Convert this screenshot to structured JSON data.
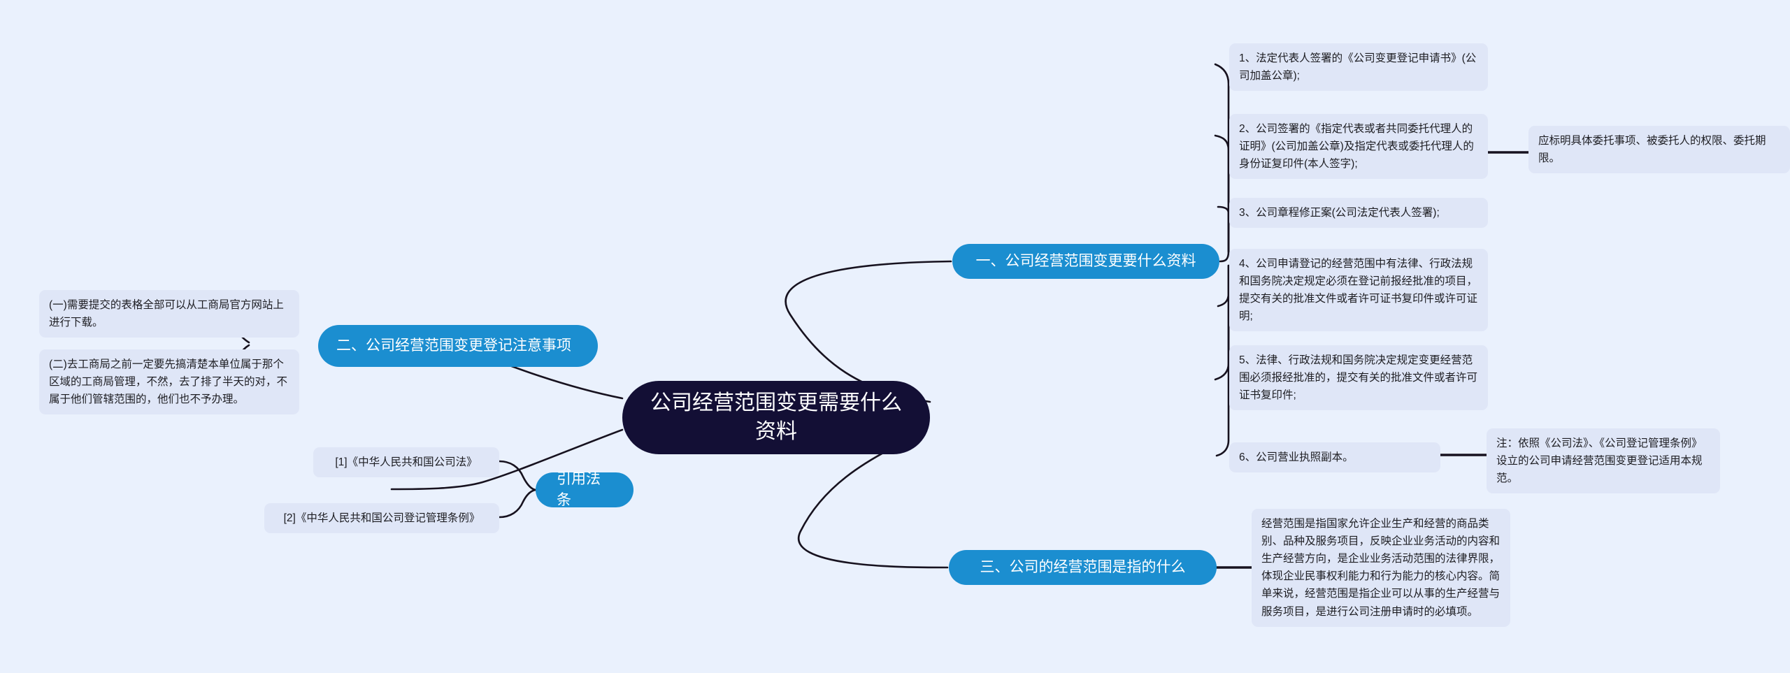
{
  "theme": {
    "background": "#eaf1fd",
    "root_fill": "#130f35",
    "root_text": "#ffffff",
    "branch_fill": "#1b8ed0",
    "branch_text": "#ffffff",
    "leaf_fill": "#dfe6f7",
    "leaf_text": "#1d1d22",
    "edge_color": "#17121f"
  },
  "mindmap": {
    "root": {
      "label": "公司经营范围变更需要什么资料"
    },
    "branches": [
      {
        "id": "branch-1",
        "label": "一、公司经营范围变更要什么资料",
        "children": [
          {
            "id": "b1-c1",
            "label": "1、法定代表人签署的《公司变更登记申请书》(公司加盖公章);",
            "children": []
          },
          {
            "id": "b1-c2",
            "label": "2、公司签署的《指定代表或者共同委托代理人的证明》(公司加盖公章)及指定代表或委托代理人的身份证复印件(本人签字);",
            "children": [
              {
                "id": "b1-c2-d1",
                "label": "应标明具体委托事项、被委托人的权限、委托期限。"
              }
            ]
          },
          {
            "id": "b1-c3",
            "label": "3、公司章程修正案(公司法定代表人签署);",
            "children": []
          },
          {
            "id": "b1-c4",
            "label": "4、公司申请登记的经营范围中有法律、行政法规和国务院决定规定必须在登记前报经批准的项目，提交有关的批准文件或者许可证书复印件或许可证明;",
            "children": []
          },
          {
            "id": "b1-c5",
            "label": "5、法律、行政法规和国务院决定规定变更经营范围必须报经批准的，提交有关的批准文件或者许可证书复印件;",
            "children": []
          },
          {
            "id": "b1-c6",
            "label": "6、公司营业执照副本。",
            "children": [
              {
                "id": "b1-c6-d1",
                "label": "注：依照《公司法》、《公司登记管理条例》设立的公司申请经营范围变更登记适用本规范。"
              }
            ]
          }
        ]
      },
      {
        "id": "branch-2",
        "label": "二、公司经营范围变更登记注意事项",
        "children": [
          {
            "id": "b2-c1",
            "label": "(一)需要提交的表格全部可以从工商局官方网站上进行下载。",
            "children": []
          },
          {
            "id": "b2-c2",
            "label": "(二)去工商局之前一定要先搞清楚本单位属于那个区域的工商局管理，不然，去了排了半天的对，不属于他们管辖范围的，他们也不予办理。",
            "children": []
          }
        ]
      },
      {
        "id": "branch-3",
        "label": "引用法条",
        "children": [
          {
            "id": "b3-c1",
            "label": "[1]《中华人民共和国公司法》",
            "children": []
          },
          {
            "id": "b3-c2",
            "label": "[2]《中华人民共和国公司登记管理条例》",
            "children": []
          }
        ]
      },
      {
        "id": "branch-4",
        "label": "三、公司的经营范围是指的什么",
        "children": [
          {
            "id": "b4-c1",
            "label": "经营范围是指国家允许企业生产和经营的商品类别、品种及服务项目，反映企业业务活动的内容和生产经营方向，是企业业务活动范围的法律界限，体现企业民事权利能力和行为能力的核心内容。简单来说，经营范围是指企业可以从事的生产经营与服务项目，是进行公司注册申请时的必填项。",
            "children": []
          }
        ]
      }
    ]
  }
}
